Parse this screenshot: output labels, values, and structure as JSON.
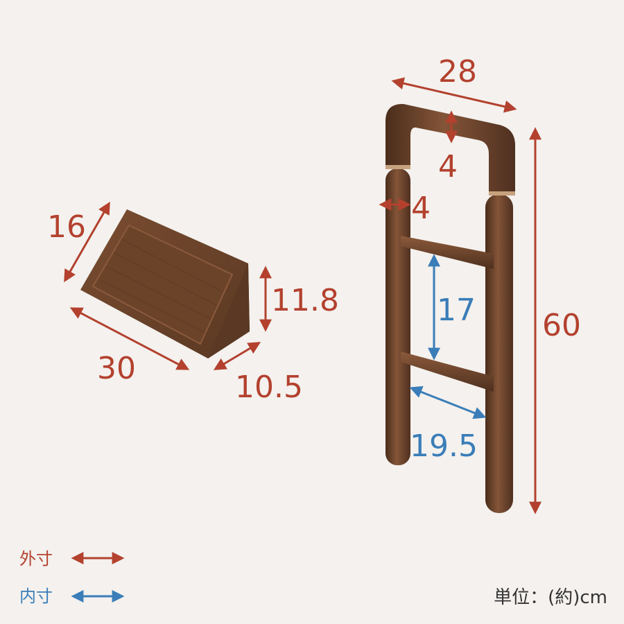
{
  "colors": {
    "outer": "#b3412e",
    "inner": "#3a7db8",
    "wood_dark": "#5e3a24",
    "wood_mid": "#7a4c30",
    "wood_light": "#93613f",
    "background": "#f4f1ee"
  },
  "block": {
    "depth_label": "16",
    "height_label": "11.8",
    "width_label": "30",
    "base_label": "10.5"
  },
  "frame": {
    "width_label": "28",
    "top_bar_label": "4",
    "post_label": "4",
    "height_label": "60",
    "rung_gap_label": "17",
    "inner_width_label": "19.5"
  },
  "legend": {
    "outer_label": "外寸",
    "inner_label": "内寸"
  },
  "unit_label": "単位：(約)cm"
}
